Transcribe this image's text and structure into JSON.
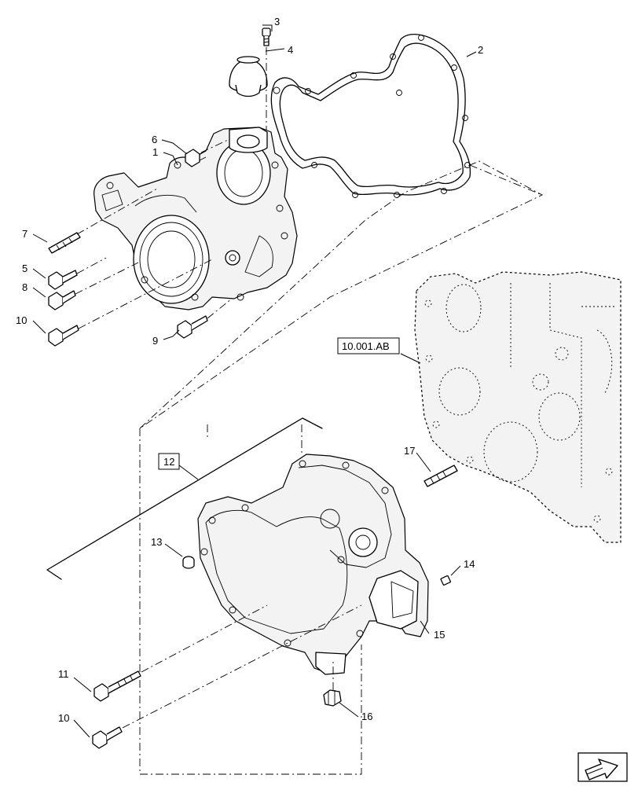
{
  "callouts": [
    {
      "id": "c3",
      "text": "3"
    },
    {
      "id": "c4",
      "text": "4"
    },
    {
      "id": "c2",
      "text": "2"
    },
    {
      "id": "c6",
      "text": "6"
    },
    {
      "id": "c1",
      "text": "1"
    },
    {
      "id": "c7",
      "text": "7"
    },
    {
      "id": "c5",
      "text": "5"
    },
    {
      "id": "c8",
      "text": "8"
    },
    {
      "id": "c10a",
      "text": "10"
    },
    {
      "id": "c9",
      "text": "9"
    },
    {
      "id": "c17",
      "text": "17"
    },
    {
      "id": "c13",
      "text": "13"
    },
    {
      "id": "c14",
      "text": "14"
    },
    {
      "id": "c15",
      "text": "15"
    },
    {
      "id": "c11",
      "text": "11"
    },
    {
      "id": "c10b",
      "text": "10"
    },
    {
      "id": "c16",
      "text": "16"
    }
  ],
  "boxed_refs": {
    "assembly": "12",
    "engine_block": "10.001.AB"
  },
  "icons": {
    "nav": "next-page-arrow-icon"
  }
}
